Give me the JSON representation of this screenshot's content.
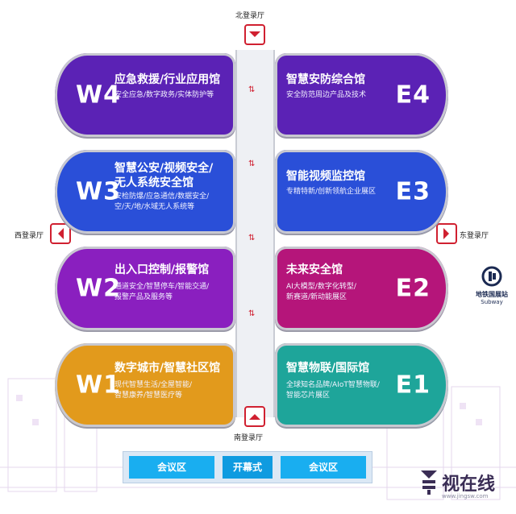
{
  "entrances": {
    "north": "北登录厅",
    "south": "南登录厅",
    "west": "西登录厅",
    "east": "东登录厅"
  },
  "halls": {
    "W4": {
      "code": "W4",
      "name": [
        "应急救援/行业应用馆"
      ],
      "desc": [
        "安全应急/数字政务/实体防护等"
      ],
      "color": "#5b22b5"
    },
    "W3": {
      "code": "W3",
      "name": [
        "智慧公安/视频安全/",
        "无人系统安全馆"
      ],
      "desc": [
        "安检防爆/应急通信/数据安全/",
        "空/天/地/水域无人系统等"
      ],
      "color": "#2a4fd8"
    },
    "W2": {
      "code": "W2",
      "name": [
        "出入口控制/报警馆"
      ],
      "desc": [
        "通道安全/智慧停车/智能交通/",
        "报警产品及服务等"
      ],
      "color": "#8a1fbf"
    },
    "W1": {
      "code": "W1",
      "name": [
        "数字城市/智慧社区馆"
      ],
      "desc": [
        "现代智慧生活/全屋智能/",
        "智慧康养/智慧医疗等"
      ],
      "color": "#e29a1c"
    },
    "E4": {
      "code": "E4",
      "name": [
        "智慧安防综合馆"
      ],
      "desc": [
        "安全防范周边产品及技术"
      ],
      "color": "#5b22b5"
    },
    "E3": {
      "code": "E3",
      "name": [
        "智能视频监控馆"
      ],
      "desc": [
        "专精特新/创新领航企业展区"
      ],
      "color": "#2a4fd8"
    },
    "E2": {
      "code": "E2",
      "name": [
        "未来安全馆"
      ],
      "desc": [
        "AI大模型/数字化转型/",
        "新赛道/新动能展区"
      ],
      "color": "#b5157a"
    },
    "E1": {
      "code": "E1",
      "name": [
        "智慧物联/国际馆"
      ],
      "desc": [
        "全球知名品牌/AIoT智慧物联/",
        "智能芯片展区"
      ],
      "color": "#1ea59a"
    }
  },
  "conference": {
    "left": "会议区",
    "center": "开幕式",
    "right": "会议区"
  },
  "subway": {
    "name": "地铁国展站",
    "en": "Subway"
  },
  "logo": {
    "text": "视在线",
    "url": "www.jingsw.com"
  }
}
